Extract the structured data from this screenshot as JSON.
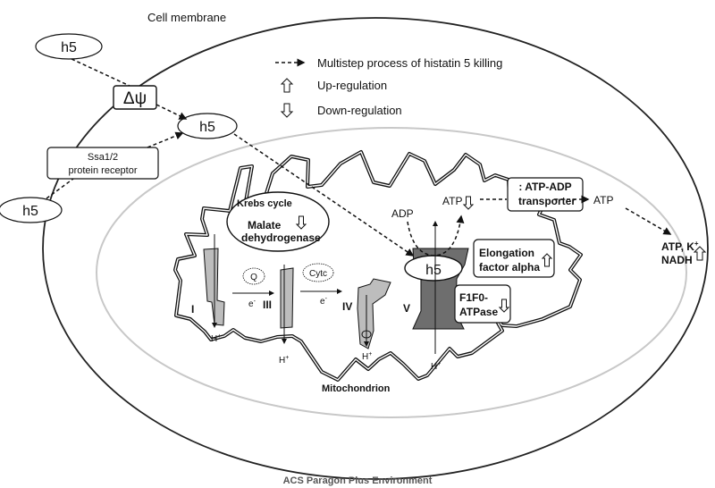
{
  "labels": {
    "cell_membrane": "Cell membrane",
    "mitochondrion": "Mitochondrion",
    "footer": "ACS Paragon Plus Environment",
    "h5": "h5",
    "delta_psi": "Δψ",
    "receptor_line1": "Ssa1/2",
    "receptor_line2": "protein receptor",
    "krebs": "Krebs cycle",
    "malate_line1": "Malate",
    "malate_line2": "dehydrogenase",
    "adp": "ADP",
    "atp": "ATP",
    "transporter_line1": ": ATP-ADP",
    "transporter_line2": "transporter",
    "atp_out": "ATP",
    "atp_k_line1": "ATP, K",
    "atp_k_sup": "+",
    "nadh": "NADH",
    "elongation_line1": "Elongation",
    "elongation_line2": "factor alpha",
    "f1f0_line1": "F1F0-",
    "f1f0_line2": "ATPase",
    "q": "Q",
    "cytc": "Cytc",
    "electron": "e",
    "electron_sup": "-",
    "proton": "H",
    "proton_sup": "+",
    "complex_I": "I",
    "complex_III": "III",
    "complex_IV": "IV",
    "complex_V": "V"
  },
  "legend": {
    "multistep": "Multistep process of histatin 5 killing",
    "up": "Up-regulation",
    "down": "Down-regulation"
  },
  "colors": {
    "stroke": "#111111",
    "complex_fill": "#bdbdbd",
    "complex_v_fill": "#6e6e6e",
    "inner_oval": "#c8c8c8"
  }
}
